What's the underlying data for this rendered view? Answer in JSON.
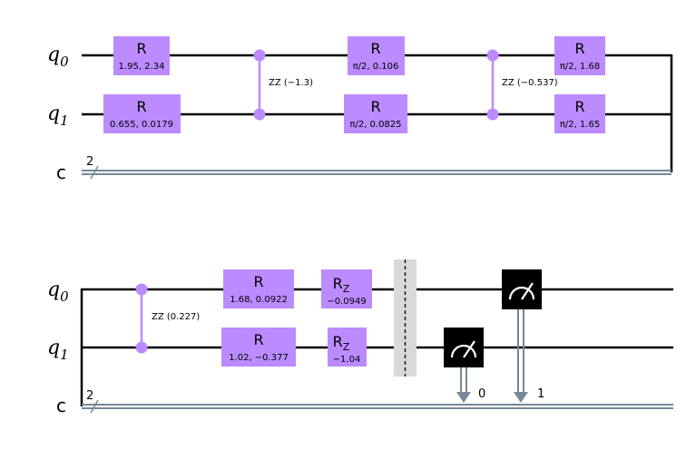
{
  "registers": {
    "q0": {
      "name": "q",
      "index": "0"
    },
    "q1": {
      "name": "q",
      "index": "1"
    },
    "c": {
      "name": "c",
      "size": "2"
    }
  },
  "colors": {
    "gate": "#bb8bff",
    "classical_wire": "#778899",
    "measure_box": "#000000",
    "barrier": "#d9d9d9"
  },
  "row1": {
    "r_q0_1": {
      "name": "R",
      "params": "1.95, 2.34"
    },
    "r_q1_1": {
      "name": "R",
      "params": "0.655, 0.0179"
    },
    "zz_1": {
      "label": "ZZ (−1.3)"
    },
    "r_q0_2": {
      "name": "R",
      "params": "π/2, 0.106"
    },
    "r_q1_2": {
      "name": "R",
      "params": "π/2, 0.0825"
    },
    "zz_2": {
      "label": "ZZ (−0.537)"
    },
    "r_q0_3": {
      "name": "R",
      "params": "π/2, 1.68"
    },
    "r_q1_3": {
      "name": "R",
      "params": "π/2, 1.65"
    }
  },
  "row2": {
    "zz_3": {
      "label": "ZZ (0.227)"
    },
    "r_q0_4": {
      "name": "R",
      "params": "1.68, 0.0922"
    },
    "r_q1_4": {
      "name": "R",
      "params": "1.02, −0.377"
    },
    "rz_q0": {
      "name": "R",
      "sub": "Z",
      "params": "−0.0949"
    },
    "rz_q1": {
      "name": "R",
      "sub": "Z",
      "params": "−1.04"
    },
    "measure_q1": {
      "bit": "0"
    },
    "measure_q0": {
      "bit": "1"
    }
  }
}
